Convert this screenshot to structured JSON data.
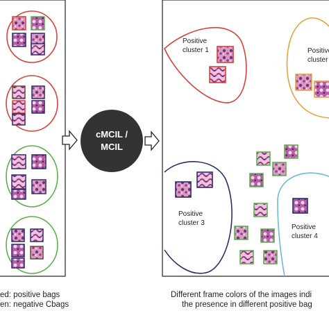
{
  "center_node": {
    "line1": "cMCIL /",
    "line2": "MCIL"
  },
  "clusters": [
    {
      "line1": "Positive",
      "line2": "cluster 1"
    },
    {
      "line1": "Positive",
      "line2": "cluster"
    },
    {
      "line1": "Positive",
      "line2": "cluster 3"
    },
    {
      "line1": "Positive",
      "line2": "cluster 4"
    }
  ],
  "captions": {
    "left_line1": "ed: positive bags",
    "left_line2": "en: negative Cbags",
    "right_line1": "Different frame colors of the images indi",
    "right_line2": "the presence in different positive bag"
  },
  "colors": {
    "red": "#d9413a",
    "green": "#5db04f",
    "navy": "#2d2c6b",
    "orange": "#e6a23c",
    "lightblue": "#6cb8df",
    "node": "#333333",
    "tissue_a": "#a04a8e",
    "tissue_b": "#e3a6c9"
  }
}
